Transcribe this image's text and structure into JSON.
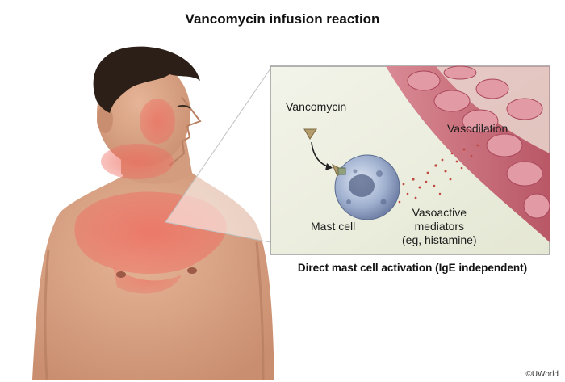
{
  "title": "Vancomycin infusion reaction",
  "labels": {
    "vancomycin": "Vancomycin",
    "vasodilation": "Vasodilation",
    "mast_cell": "Mast cell",
    "mediators_line1": "Vasoactive",
    "mediators_line2": "mediators",
    "mediators_line3": "(eg, histamine)"
  },
  "caption": "Direct mast cell activation (IgE independent)",
  "copyright": "©UWorld",
  "colors": {
    "skin": "#d9a385",
    "rash": "#e86a5e",
    "hair": "#2b1f17",
    "inset_bg": "#eef0e1",
    "vessel": "#c96b78",
    "mast_cell": "#9fb0cf",
    "drug": "#b39c6a"
  }
}
